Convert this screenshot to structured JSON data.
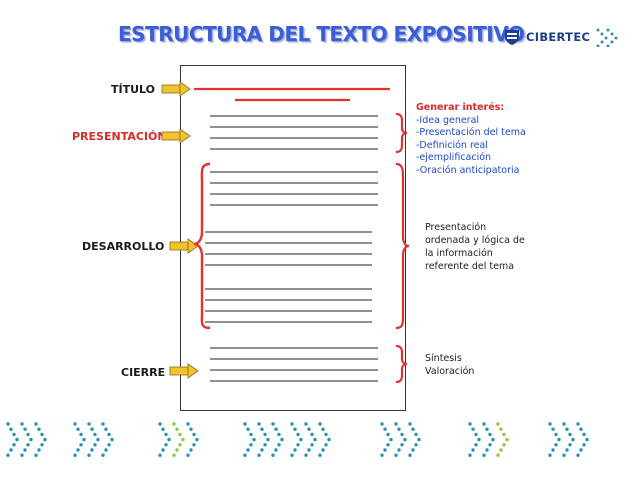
{
  "header": {
    "title": "ESTRUCTURA DEL TEXTO EXPOSITIVO",
    "logo_text": "CIBERTEC"
  },
  "sections": {
    "titulo": "TÍTULO",
    "presentacion": "PRESENTACIÓN",
    "desarrollo": "DESARROLLO",
    "cierre": "CIERRE"
  },
  "notes": {
    "presentacion": {
      "heading": "Generar interés:",
      "items": [
        "-Idea general",
        "-Presentación del tema",
        "-Definición real",
        "-ejemplificación",
        "-Oración anticipatoria"
      ]
    },
    "desarrollo": [
      "Presentación",
      "ordenada y lógica de",
      "la información",
      "referente del tema"
    ],
    "cierre": [
      "Síntesis",
      "Valoración"
    ]
  },
  "colors": {
    "title_blue": "#3b5dd6",
    "accent_red": "#d82a2a",
    "arrow_yellow": "#f2c233",
    "note_blue": "#1f49c9",
    "chevron_teal": "#2a8fb0",
    "chevron_green": "#8dc63f"
  },
  "icons": {
    "logo": "cibertec-shield-icon",
    "arrows": "arrow-right-icon",
    "braces": "curly-brace-icon",
    "footer": "chevron-pattern"
  }
}
